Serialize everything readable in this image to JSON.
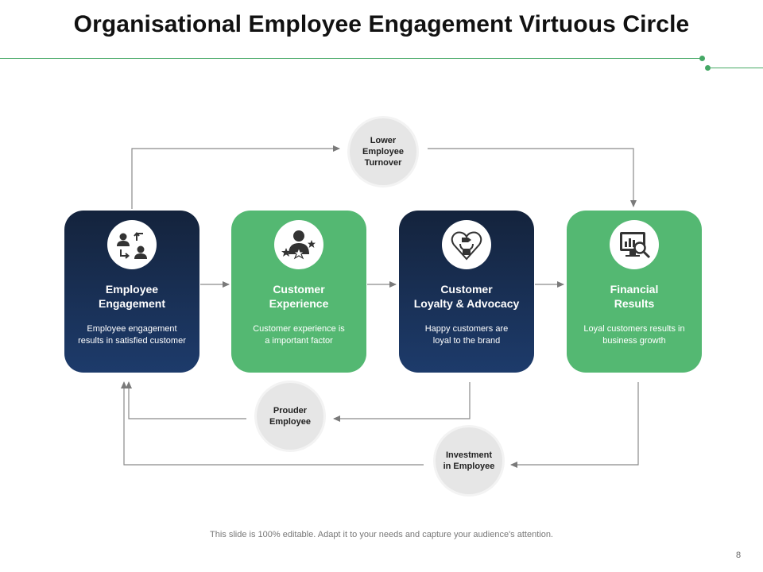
{
  "title": "Organisational Employee Engagement Virtuous Circle",
  "cards": [
    {
      "title": "Employee\nEngagement",
      "description": "Employee engagement\nresults in satisfied customer",
      "icon": "people-exchange-icon",
      "color": "#1d3b6b"
    },
    {
      "title": "Customer\nExperience",
      "description": "Customer experience is\na important factor",
      "icon": "customer-stars-icon",
      "color": "#54b872"
    },
    {
      "title": "Customer\nLoyalty & Advocacy",
      "description": "Happy customers are\nloyal to the brand",
      "icon": "heart-hand-icon",
      "color": "#1d3b6b"
    },
    {
      "title": "Financial\nResults",
      "description": "Loyal customers results in\nbusiness growth",
      "icon": "analytics-monitor-icon",
      "color": "#54b872"
    }
  ],
  "bubbles": {
    "lower_turnover": "Lower\nEmployee\nTurnover",
    "prouder_employee": "Prouder\nEmployee",
    "investment": "Investment\nin Employee"
  },
  "footer": "This slide is 100% editable. Adapt it to your needs and capture your audience's attention.",
  "page_number": "8",
  "colors": {
    "accent_green": "#45a865",
    "navy": "#1d3b6b",
    "card_green": "#54b872",
    "bubble_gray": "#e6e6e6"
  }
}
